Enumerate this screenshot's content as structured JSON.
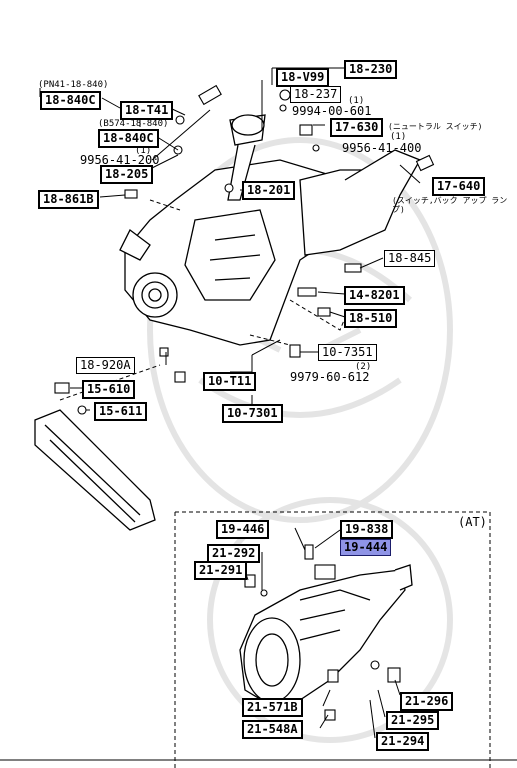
{
  "labels": {
    "p_18_230": "18-230",
    "p_18_v99": "18-V99",
    "p_18_237": "18-237",
    "qty_18_237": "(1)",
    "p_9994": "9994-00-601",
    "p_17_630": "17-630",
    "note_17_630": "(ニュートラル スイッチ)",
    "qty_9956_400": "(1)",
    "p_9956_400": "9956-41-400",
    "p_17_640": "17-640",
    "note_17_640": "(スイッチ,バック アップ ランプ)",
    "pn41": "(PN41-18-840)",
    "p_18_840c_a": "18-840C",
    "p_18_t41": "18-T41",
    "b574": "(B574-18-840)",
    "p_18_840c_b": "18-840C",
    "qty_9956_200": "(1)",
    "p_9956_200": "9956-41-200",
    "p_18_205": "18-205",
    "p_18_201": "18-201",
    "p_18_861b": "18-861B",
    "p_18_845": "18-845",
    "p_14_8201": "14-8201",
    "p_18_510": "18-510",
    "p_18_920a": "18-920A",
    "p_10_7351": "10-7351",
    "qty_9979": "(2)",
    "p_9979": "9979-60-612",
    "p_10_t11": "10-T11",
    "p_10_7301": "10-7301",
    "p_15_610": "15-610",
    "p_15_611": "15-611",
    "at": "(AT)",
    "p_19_446": "19-446",
    "p_19_838": "19-838",
    "p_19_444": "19-444",
    "p_21_292": "21-292",
    "p_21_291": "21-291",
    "p_21_296": "21-296",
    "p_21_295": "21-295",
    "p_21_294": "21-294",
    "p_21_571b": "21-571B",
    "p_21_548a": "21-548A"
  },
  "highlight_color": "#8f94e6"
}
